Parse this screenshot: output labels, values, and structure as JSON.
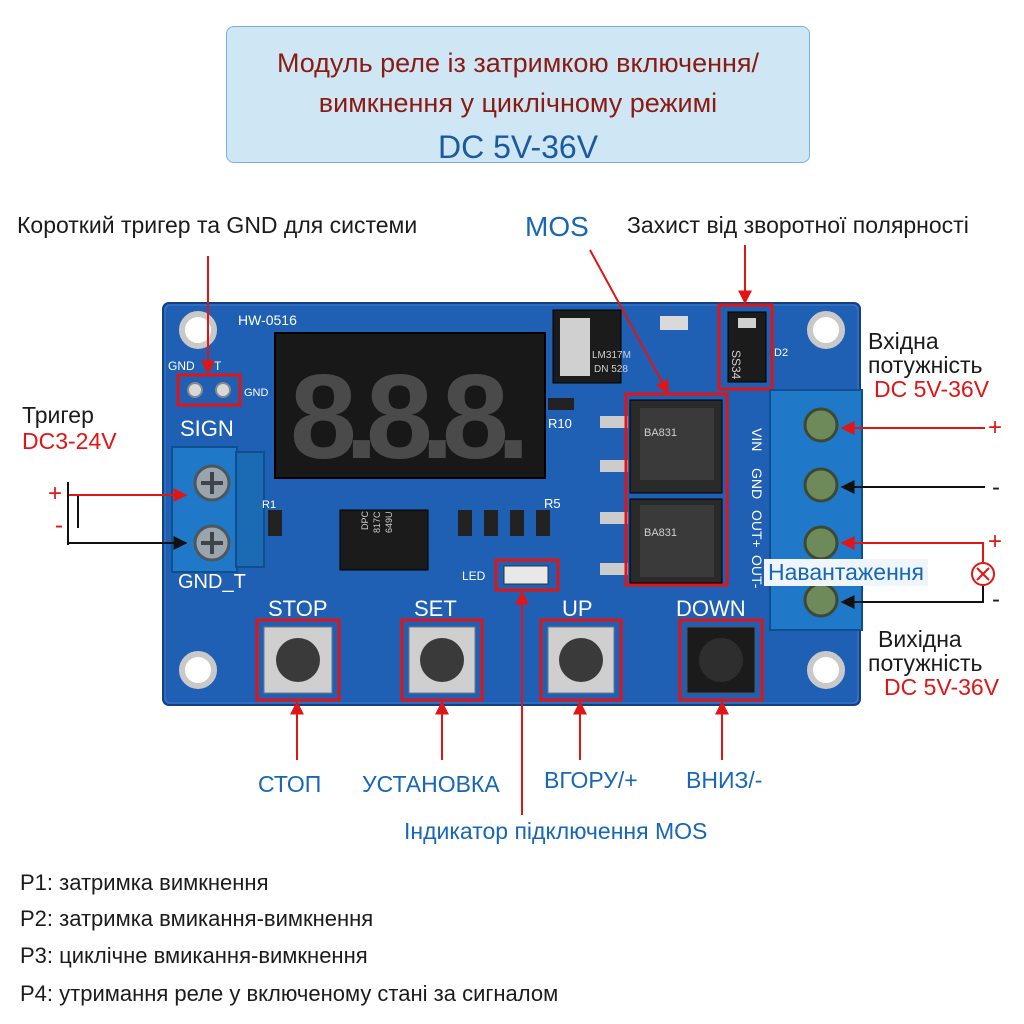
{
  "header": {
    "title_line1": "Модуль реле із затримкою включення/",
    "title_line2": "вимкнення у циклічному режимі",
    "voltage": "DC 5V-36V"
  },
  "callouts": {
    "short_trigger": "Короткий тригер та GND для системи",
    "mos": "MOS",
    "reverse_protection": "Захист від зворотної полярності",
    "trigger_title": "Тригер",
    "trigger_voltage": "DC3-24V",
    "input_line1": "Вхідна",
    "input_line2": "потужність",
    "input_voltage": "DC 5V-36V",
    "load": "Навантаження",
    "output_line1": "Вихідна",
    "output_line2": "потужність",
    "output_voltage": "DC 5V-36V",
    "stop": "СТОП",
    "set": "УСТАНОВКА",
    "up": "ВГОРУ/+",
    "down": "ВНИЗ/-",
    "mos_indicator": "Індикатор підключення MOS",
    "plus": "+",
    "minus": "-"
  },
  "board": {
    "model": "HW-0516",
    "gnd": "GND",
    "t": "T",
    "sign": "SIGN",
    "gnd_t": "GND_T",
    "regulator_line1": "LM317M",
    "regulator_line2": "DN 528",
    "diode": "SS34",
    "diode_ref": "D2",
    "r10": "R10",
    "r5": "R5",
    "r1": "R1",
    "led": "LED",
    "mosfet": "BA831",
    "opto_line1": "DPC",
    "opto_line2": "817C",
    "opto_line3": "649U",
    "terminal_labels": [
      "VIN",
      "GND",
      "OUT+",
      "OUT-"
    ],
    "display_digits": "8.8.8.",
    "buttons": [
      "STOP",
      "SET",
      "UP",
      "DOWN"
    ]
  },
  "modes": [
    "P1: затримка вимкнення",
    "P2: затримка вмикання-вимкнення",
    "P3: циклічне вмикання-вимкнення",
    "P4: утримання реле у включеному стані за сигналом"
  ],
  "colors": {
    "board": "#1f5fb4",
    "annotation_red": "#e01515",
    "title_bg": "#cfe7f5",
    "title_text": "#8a1a12",
    "voltage_blue": "#1766b8"
  }
}
